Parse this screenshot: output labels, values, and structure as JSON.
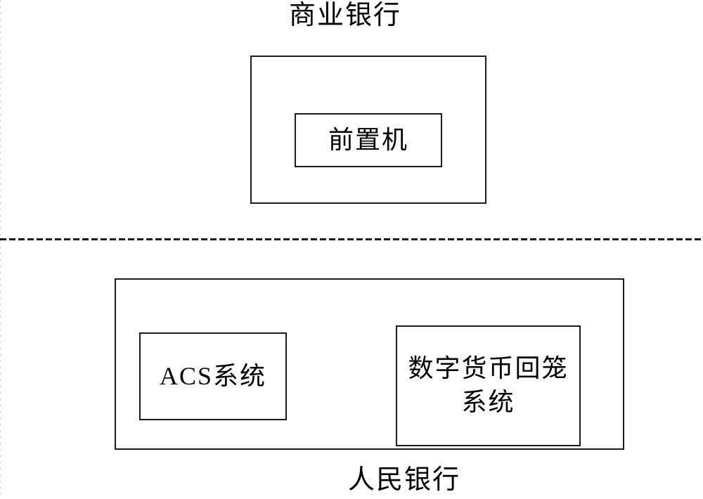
{
  "page": {
    "background": "#ffffff",
    "line_color": "#1c1c1c",
    "text_color": "#000000"
  },
  "commercial_bank": {
    "label": "商业银行",
    "front_end_processor": {
      "label": "前置机"
    }
  },
  "peoples_bank": {
    "label": "人民银行",
    "acs_system": {
      "label": "ACS系统"
    },
    "digital_currency_recall_system": {
      "label": "数字货币回笼\n系统"
    }
  }
}
